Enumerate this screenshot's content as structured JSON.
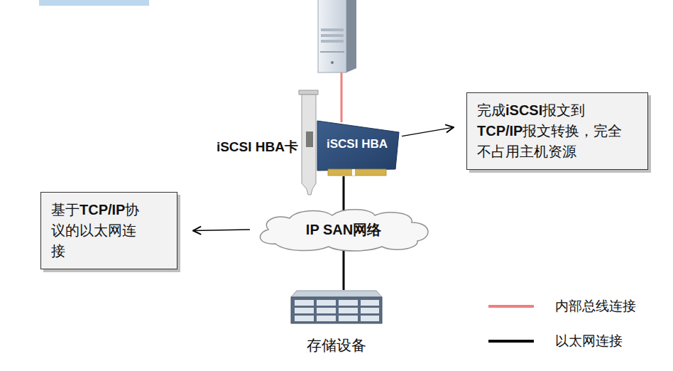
{
  "diagram": {
    "nodes": [
      {
        "text": [
          "iSCSI HBA卡"
        ]
      },
      {
        "text": [
          "完成iSCSI报文到 TCP/IP报文转换，完全 不占用主机资源"
        ]
      },
      {
        "text": [
          "基于TCP/IP协 议的以太网连 接"
        ]
      },
      {
        "text": [
          "IP SAN网络"
        ]
      },
      {
        "text": [
          "存储设备"
        ]
      }
    ],
    "edges": [
      {
        "from": 0,
        "to": 1,
        "arrow": "to"
      },
      {
        "from": 0,
        "to": 3,
        "arrow": "none"
      },
      {
        "from": 3,
        "to": 2,
        "arrow": "to"
      },
      {
        "from": 3,
        "to": 4,
        "arrow": "none"
      }
    ],
    "labels": [
      "iSCSI HBA"
    ],
    "legend": [
      {
        "text": "内部总线连接"
      },
      {
        "text": "以太网连接"
      }
    ]
  }
}
